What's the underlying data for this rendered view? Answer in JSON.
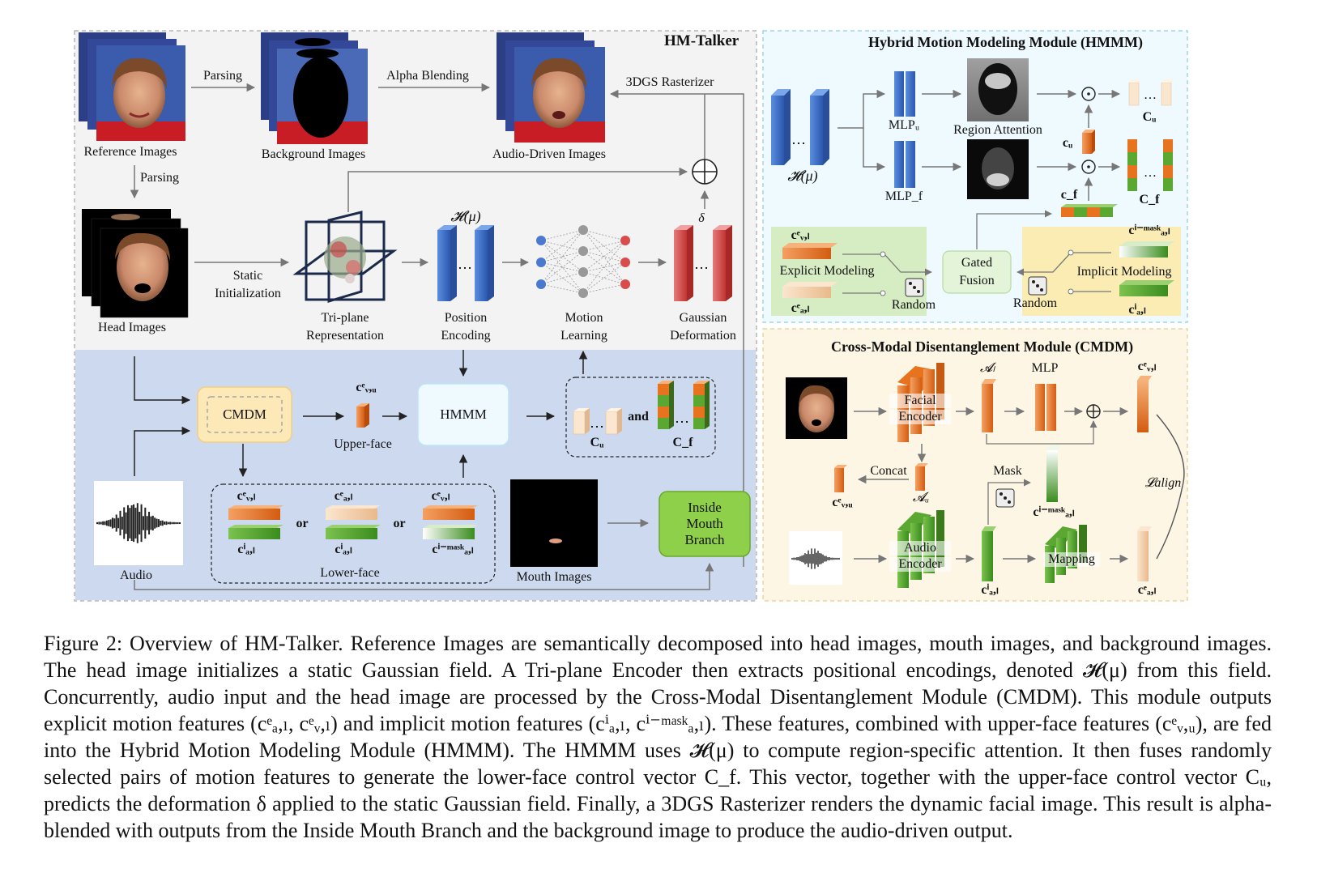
{
  "main_panel": {
    "title": "HM-Talker",
    "labels": {
      "reference_images": "Reference Images",
      "parsing_top": "Parsing",
      "background_images": "Background Images",
      "alpha_blending": "Alpha Blending",
      "audio_driven_images": "Audio-Driven Images",
      "rasterizer": "3DGS Rasterizer",
      "parsing_left": "Parsing",
      "head_images": "Head Images",
      "static_init_1": "Static",
      "static_init_2": "Initialization",
      "triplane_1": "Tri-plane",
      "triplane_2": "Representation",
      "h_mu": "𝓗(μ)",
      "position_1": "Position",
      "position_2": "Encoding",
      "motion_1": "Motion",
      "motion_2": "Learning",
      "delta": "δ",
      "gaussian_1": "Gaussian",
      "gaussian_2": "Deformation",
      "cmdm": "CMDM",
      "c_vu": "cᵉᵥ,ᵤ",
      "upper_face": "Upper-face",
      "hmmm": "HMMM",
      "and": "and",
      "c_u": "Cᵤ",
      "c_f": "C_f",
      "audio": "Audio",
      "c_vl": "cᵉᵥ,ₗ",
      "c_al_e": "cᵉₐ,ₗ",
      "c_al_i": "cⁱₐ,ₗ",
      "c_al_imask": "cⁱ⁻ᵐᵃˢᵏₐ,ₗ",
      "or": "or",
      "lower_face": "Lower-face",
      "mouth_images": "Mouth Images",
      "inside_mouth_1": "Inside",
      "inside_mouth_2": "Mouth",
      "inside_mouth_3": "Branch"
    }
  },
  "hmmm_panel": {
    "title": "Hybrid Motion Modeling Module (HMMM)",
    "labels": {
      "h_mu": "𝓗(μ)",
      "mlp_u": "MLPᵤ",
      "mlp_f": "MLP_f",
      "region_attention": "Region Attention",
      "c_u_small": "cᵤ",
      "c_u_big": "Cᵤ",
      "c_f_small": "c_f",
      "c_f_big": "C_f",
      "odot": "⊙",
      "c_vl": "cᵉᵥ,ₗ",
      "c_al": "cᵉₐ,ₗ",
      "explicit": "Explicit Modeling",
      "random_left": "Random",
      "gated_1": "Gated",
      "gated_2": "Fusion",
      "random_right": "Random",
      "implicit": "Implicit Modeling",
      "c_imask": "cⁱ⁻ᵐᵃˢᵏₐ,ₗ",
      "c_i": "cⁱₐ,ₗ"
    }
  },
  "cmdm_panel": {
    "title": "Cross-Modal Disentanglement Module (CMDM)",
    "labels": {
      "facial_1": "Facial",
      "facial_2": "Encoder",
      "a_l": "𝓐ₗ",
      "mlp": "MLP",
      "oplus": "⊕",
      "c_vl": "cᵉᵥ,ₗ",
      "concat": "Concat",
      "a_u": "𝓐ᵤ",
      "c_vu": "cᵉᵥ,ᵤ",
      "mask": "Mask",
      "c_imask": "cⁱ⁻ᵐᵃˢᵏₐ,ₗ",
      "l_align": "𝓛align",
      "audio_1": "Audio",
      "audio_2": "Encoder",
      "c_i": "cⁱₐ,ₗ",
      "mapping": "Mapping",
      "c_al": "cᵉₐ,ₗ"
    }
  },
  "caption": "Figure 2: Overview of HM-Talker. Reference Images are semantically decomposed into head images, mouth images, and background images. The head image initializes a static Gaussian field. A Tri-plane Encoder then extracts positional encodings, denoted 𝓗(μ) from this field. Concurrently, audio input and the head image are processed by the Cross-Modal Disentanglement Module (CMDM). This module outputs explicit motion features (cᵉₐ,ₗ, cᵉᵥ,ₗ) and implicit motion features (cⁱₐ,ₗ, cⁱ⁻ᵐᵃˢᵏₐ,ₗ). These features, combined with upper-face features (cᵉᵥ,ᵤ), are fed into the Hybrid Motion Modeling Module (HMMM). The HMMM uses 𝓗(μ) to compute region-specific attention. It then fuses randomly selected pairs of motion features to generate the lower-face control vector C_f. This vector, together with the upper-face control vector Cᵤ, predicts the deformation δ applied to the static Gaussian field. Finally, a 3DGS Rasterizer renders the dynamic facial image. This result is alpha-blended with outputs from the Inside Mouth Branch and the background image to produce the audio-driven output.",
  "colors": {
    "orange": "#e8731e",
    "green": "#5aa832",
    "blue": "#3a6cc4",
    "red": "#d94c4c",
    "hmmm_bg": "#eefaff",
    "cmdm_bg": "#fdf6e4",
    "lower_bg": "#c9d7ef"
  }
}
